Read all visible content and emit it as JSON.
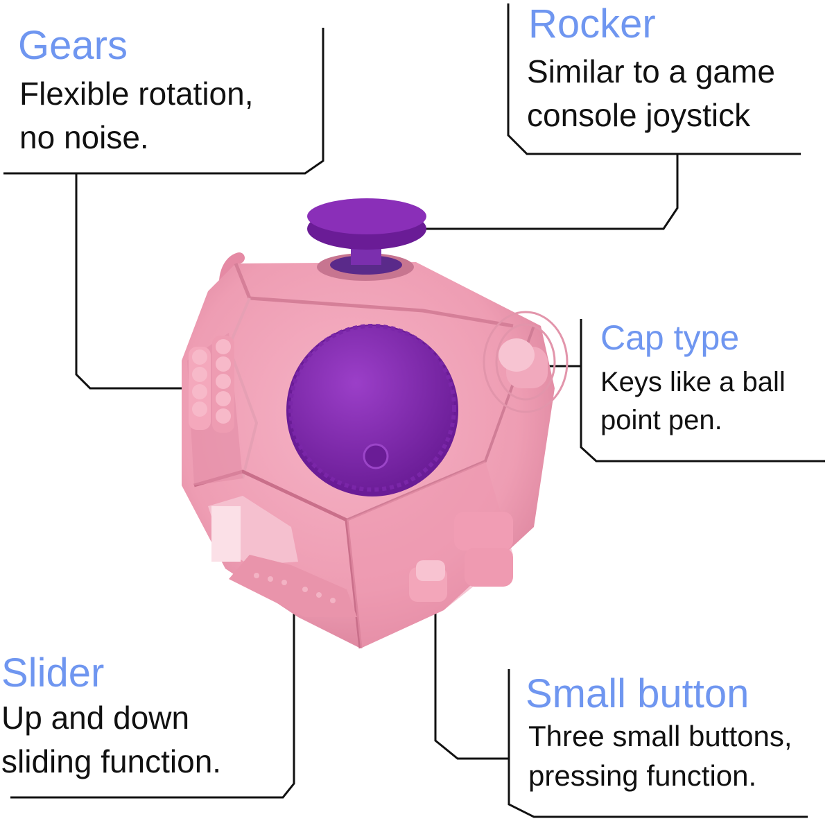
{
  "colors": {
    "title": "#6f96f0",
    "text": "#111111",
    "body_pink": "#ee9db3",
    "body_pink_dark": "#d9809a",
    "accent_purple": "#8a2fb8",
    "accent_purple_dark": "#6a1c96"
  },
  "features": {
    "gears": {
      "title": "Gears",
      "lines": [
        "Flexible rotation,",
        "no noise."
      ]
    },
    "rocker": {
      "title": "Rocker",
      "lines": [
        "Similar to a game",
        "console joystick"
      ]
    },
    "cap_type": {
      "title": "Cap type",
      "lines": [
        "Keys like a ball",
        "point pen."
      ]
    },
    "slider": {
      "title": "Slider",
      "lines": [
        "Up and down",
        "sliding function."
      ]
    },
    "small_button": {
      "title": "Small button",
      "lines": [
        "Three small buttons,",
        "pressing function."
      ]
    }
  },
  "product": {
    "icons": [
      "fidget-dodecahedron",
      "joystick-rocker-icon",
      "rotary-dial-icon",
      "gear-wheels-icon",
      "slider-icon",
      "click-button-icon"
    ]
  }
}
